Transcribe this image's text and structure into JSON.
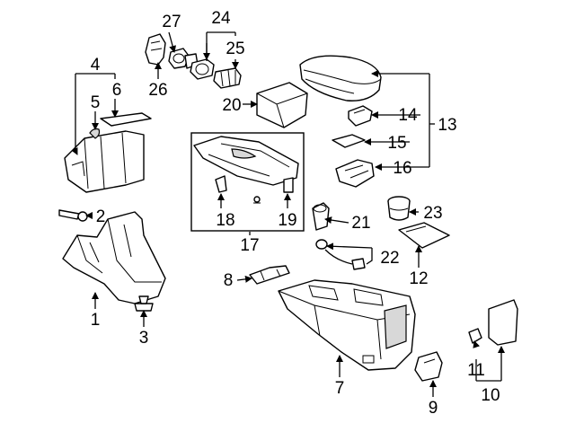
{
  "callouts": {
    "c1": "1",
    "c2": "2",
    "c3": "3",
    "c4": "4",
    "c5": "5",
    "c6": "6",
    "c7": "7",
    "c8": "8",
    "c9": "9",
    "c10": "10",
    "c11": "11",
    "c12": "12",
    "c13": "13",
    "c14": "14",
    "c15": "15",
    "c16": "16",
    "c17": "17",
    "c18": "18",
    "c19": "19",
    "c20": "20",
    "c21": "21",
    "c22": "22",
    "c23": "23",
    "c24": "24",
    "c25": "25",
    "c26": "26",
    "c27": "27"
  },
  "colors": {
    "line": "#000000",
    "background": "#ffffff",
    "shading": "#d8d8d8"
  }
}
